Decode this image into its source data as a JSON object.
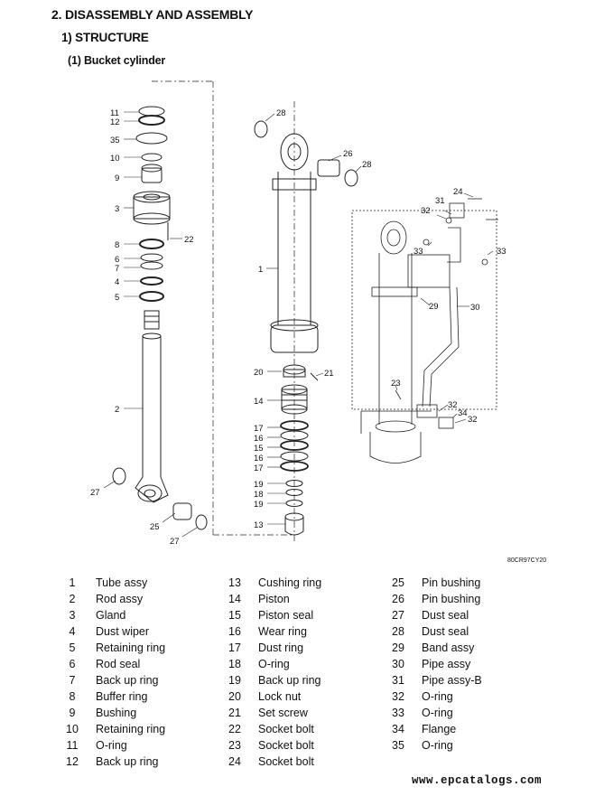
{
  "heading": {
    "section": "2. DISASSEMBLY AND ASSEMBLY",
    "subsection": "1) STRUCTURE",
    "subsubsection": "(1) Bucket cylinder"
  },
  "diagram": {
    "code": "80CR97CY20",
    "callouts": [
      "11",
      "12",
      "35",
      "10",
      "9",
      "3",
      "22",
      "8",
      "6",
      "7",
      "4",
      "5",
      "2",
      "27",
      "25",
      "27",
      "28",
      "26",
      "28",
      "1",
      "20",
      "21",
      "14",
      "17",
      "16",
      "15",
      "16",
      "17",
      "19",
      "18",
      "19",
      "13",
      "24",
      "31",
      "32",
      "33",
      "33",
      "29",
      "30",
      "23",
      "32",
      "34",
      "32"
    ]
  },
  "parts_list": {
    "columns": [
      [
        {
          "num": "1",
          "name": "Tube assy"
        },
        {
          "num": "2",
          "name": "Rod assy"
        },
        {
          "num": "3",
          "name": "Gland"
        },
        {
          "num": "4",
          "name": "Dust wiper"
        },
        {
          "num": "5",
          "name": "Retaining ring"
        },
        {
          "num": "6",
          "name": "Rod seal"
        },
        {
          "num": "7",
          "name": "Back up ring"
        },
        {
          "num": "8",
          "name": "Buffer ring"
        },
        {
          "num": "9",
          "name": "Bushing"
        },
        {
          "num": "10",
          "name": "Retaining ring"
        },
        {
          "num": "11",
          "name": "O-ring"
        },
        {
          "num": "12",
          "name": "Back up ring"
        }
      ],
      [
        {
          "num": "13",
          "name": "Cushing ring"
        },
        {
          "num": "14",
          "name": "Piston"
        },
        {
          "num": "15",
          "name": "Piston seal"
        },
        {
          "num": "16",
          "name": "Wear ring"
        },
        {
          "num": "17",
          "name": "Dust ring"
        },
        {
          "num": "18",
          "name": "O-ring"
        },
        {
          "num": "19",
          "name": "Back up ring"
        },
        {
          "num": "20",
          "name": "Lock nut"
        },
        {
          "num": "21",
          "name": "Set screw"
        },
        {
          "num": "22",
          "name": "Socket bolt"
        },
        {
          "num": "23",
          "name": "Socket bolt"
        },
        {
          "num": "24",
          "name": "Socket bolt"
        }
      ],
      [
        {
          "num": "25",
          "name": "Pin bushing"
        },
        {
          "num": "26",
          "name": "Pin bushing"
        },
        {
          "num": "27",
          "name": "Dust seal"
        },
        {
          "num": "28",
          "name": "Dust seal"
        },
        {
          "num": "29",
          "name": "Band assy"
        },
        {
          "num": "30",
          "name": "Pipe assy"
        },
        {
          "num": "31",
          "name": "Pipe assy-B"
        },
        {
          "num": "32",
          "name": "O-ring"
        },
        {
          "num": "33",
          "name": "O-ring"
        },
        {
          "num": "34",
          "name": "Flange"
        },
        {
          "num": "35",
          "name": "O-ring"
        }
      ]
    ]
  },
  "footer": "www.epcatalogs.com"
}
